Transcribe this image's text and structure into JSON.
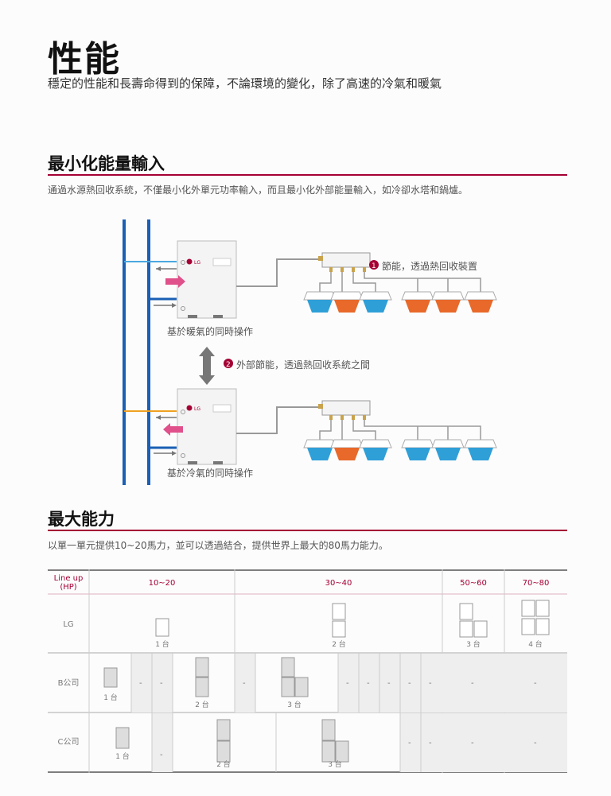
{
  "header": {
    "title": "性能",
    "subtitle": "穩定的性能和長壽命得到的保障，不論環境的變化，除了高速的冷氣和暖氣"
  },
  "section1": {
    "heading": "最小化能量輸入",
    "description": "通過水源熱回收系統，不僅最小化外單元功率輸入，而且最小化外部能量輸入，如冷卻水塔和鍋爐。",
    "unit_brand": "LG",
    "callout1_num": "1",
    "callout1": "節能，透過熱回收裝置",
    "callout2_num": "2",
    "callout2": "外部節能，透過熱回收系統之間",
    "caption_heating": "基於暖氣的同時操作",
    "caption_cooling": "基於冷氣的同時操作",
    "colors": {
      "pipe_blue": "#1a5fb4",
      "hot": "#e8692a",
      "cold": "#2f9fd8",
      "pink_arrow": "#e0508a",
      "orange_line": "#f0a020"
    }
  },
  "section2": {
    "heading": "最大能力",
    "description": "以單一單元提供10~20馬力，並可以透過結合，提供世界上最大的80馬力能力。"
  },
  "table": {
    "lineup_label": "Line up\n(HP)",
    "columns": [
      "10~20",
      "30~40",
      "50~60",
      "70~80"
    ],
    "rows": [
      {
        "name": "LG",
        "quantities": [
          "1 台",
          "2 台",
          "3 台",
          "4 台"
        ]
      },
      {
        "name": "B公司",
        "quantities": [
          "1 台",
          "2 台",
          "3 台"
        ],
        "dash": "-"
      },
      {
        "name": "C公司",
        "quantities": [
          "1 台",
          "2 台",
          "3 台"
        ],
        "dash": "-"
      }
    ]
  },
  "theme": {
    "accent": "#a50034"
  }
}
